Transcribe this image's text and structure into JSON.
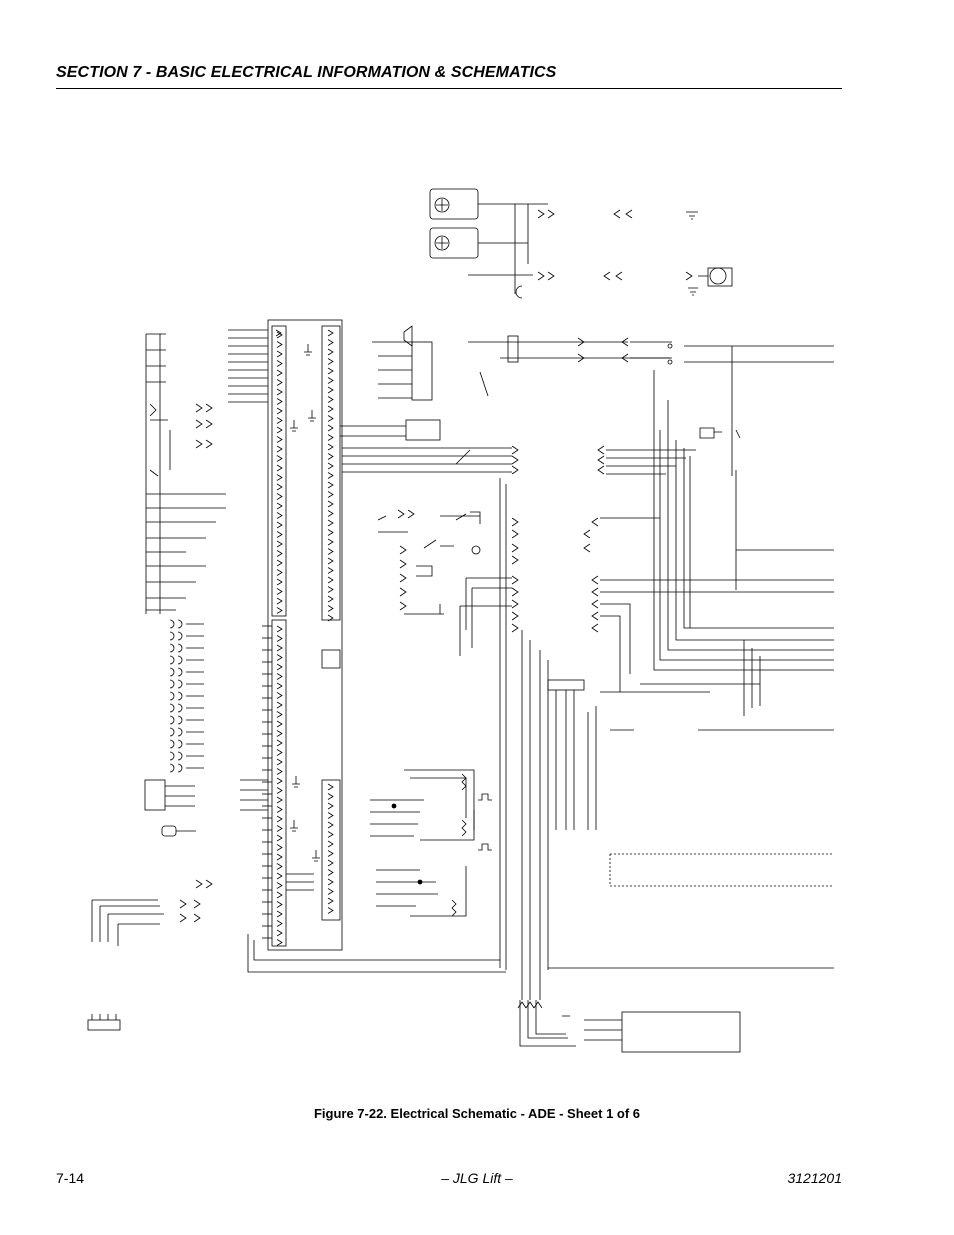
{
  "header": {
    "section_title": "SECTION 7 - BASIC ELECTRICAL INFORMATION & SCHEMATICS"
  },
  "figure": {
    "caption": "Figure 7-22.  Electrical Schematic - ADE - Sheet 1 of 6"
  },
  "footer": {
    "page_number": "7-14",
    "brand": "– JLG Lift –",
    "doc_number": "3121201"
  }
}
